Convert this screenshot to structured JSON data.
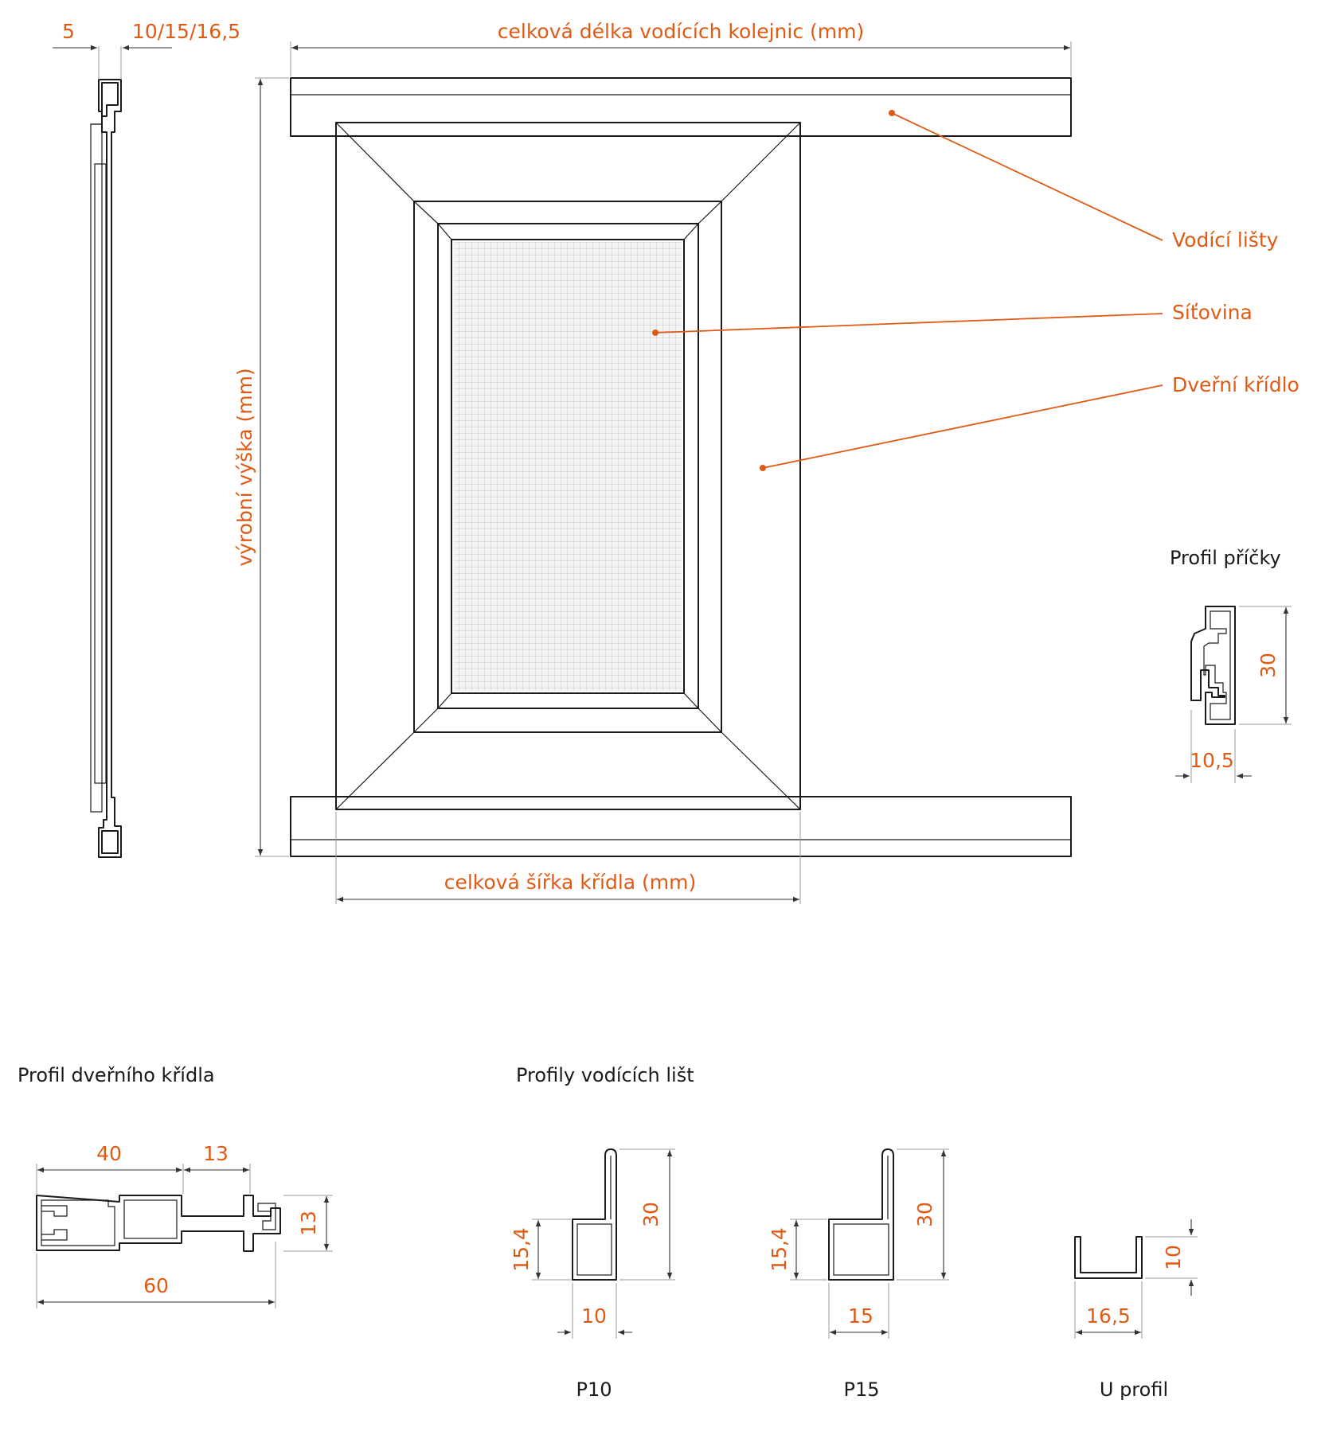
{
  "accent_color": "#e05a14",
  "line_color": "#1a1a1a",
  "top_dims": {
    "gap": "5",
    "depth": "10/15/16,5"
  },
  "main": {
    "total_length": "celková délka vodících kolejnic (mm)",
    "production_height": "výrobní výška (mm)",
    "wing_width": "celková šířka křídla (mm)"
  },
  "callouts": {
    "guide_rails": "Vodící lišty",
    "mesh": "Síťovina",
    "door_wing": "Dveřní křídlo"
  },
  "crossbar_profile": {
    "title": "Profil příčky",
    "height": "30",
    "width": "10,5"
  },
  "wing_profile": {
    "title": "Profil dveřního křídla",
    "dim_a": "40",
    "dim_b": "13",
    "dim_h": "13",
    "dim_total": "60"
  },
  "rail_profiles": {
    "title": "Profily vodících lišt",
    "p10": {
      "label": "P10",
      "h_inner": "15,4",
      "h_total": "30",
      "width": "10"
    },
    "p15": {
      "label": "P15",
      "h_inner": "15,4",
      "h_total": "30",
      "width": "15"
    },
    "u": {
      "label": "U profil",
      "height": "10",
      "width": "16,5"
    }
  }
}
